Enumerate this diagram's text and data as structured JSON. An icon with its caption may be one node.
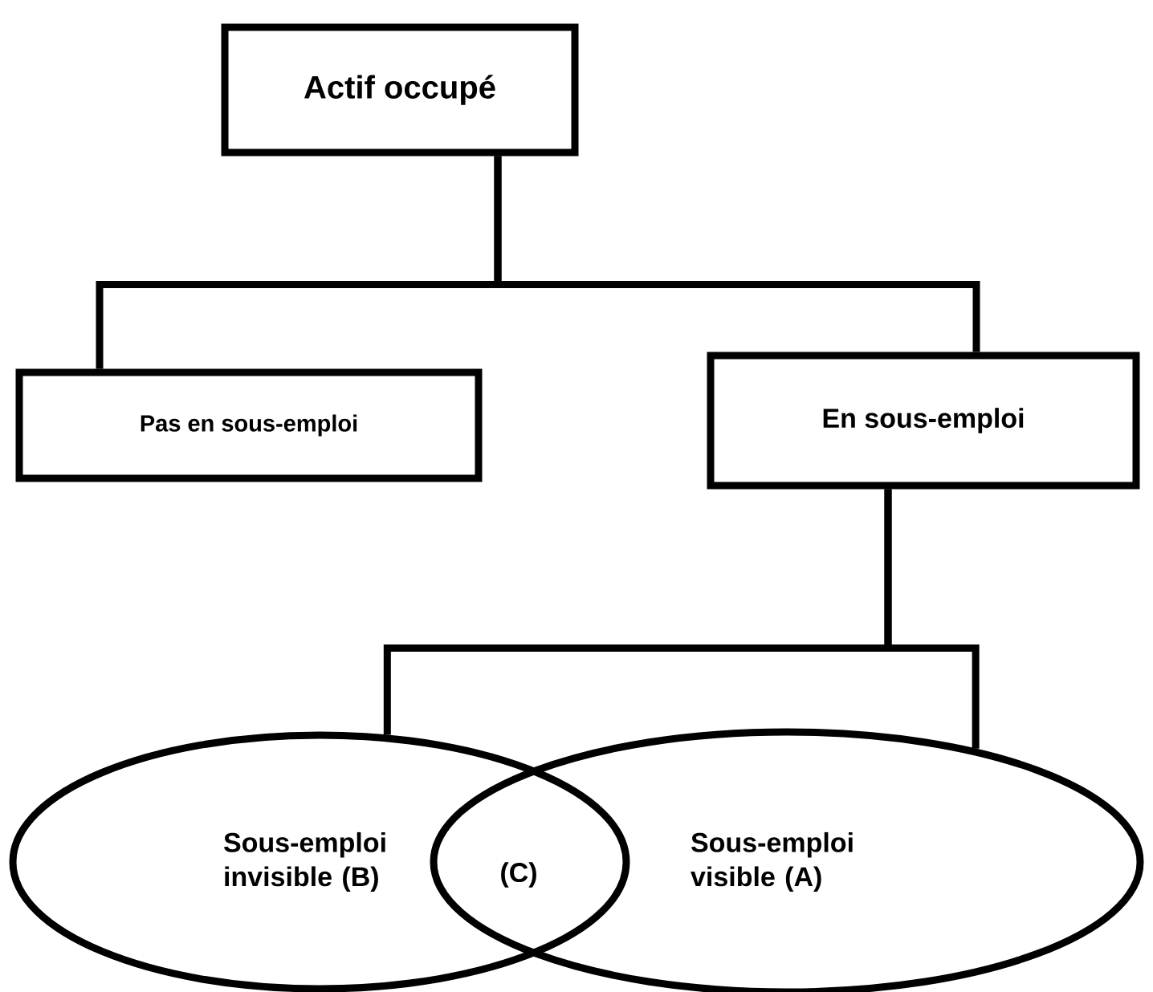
{
  "diagram": {
    "nodes": [
      {
        "text": [
          "Actif occupé"
        ]
      },
      {
        "text": [
          "Pas en sous-emploi"
        ]
      },
      {
        "text": [
          "En sous-emploi"
        ]
      },
      {
        "text": [
          "Sous-emploi invisible (B)"
        ]
      },
      {
        "text": [
          "Sous-emploi visible (A)"
        ]
      }
    ],
    "edges": [
      {
        "from": 0,
        "to": 1,
        "arrow": "none"
      },
      {
        "from": 0,
        "to": 2,
        "arrow": "none"
      },
      {
        "from": 2,
        "to": 3,
        "arrow": "none"
      },
      {
        "from": 2,
        "to": 4,
        "arrow": "none"
      }
    ],
    "labels": [
      "(C)"
    ]
  }
}
